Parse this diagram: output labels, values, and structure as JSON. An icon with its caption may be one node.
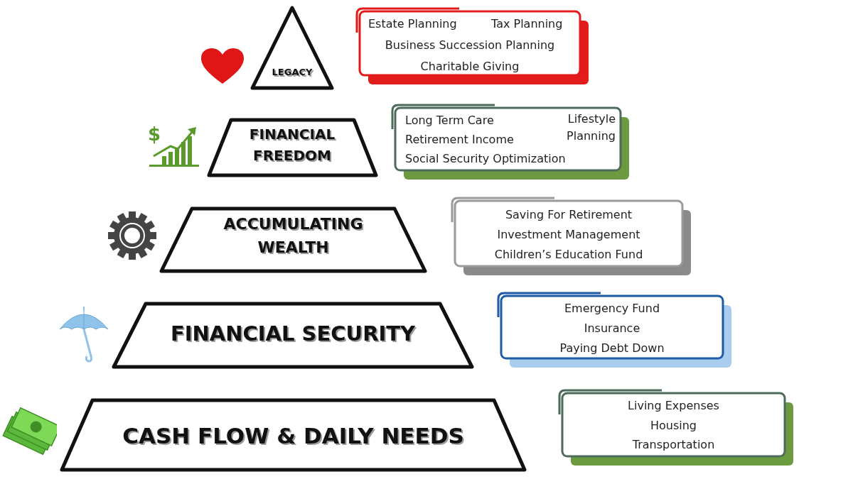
{
  "diagram": {
    "nodes": [
      {
        "text": [
          "LEGACY"
        ]
      },
      {
        "text": [
          "FINANCIAL FREEDOM"
        ]
      },
      {
        "text": [
          "ACCUMULATING WEALTH"
        ]
      },
      {
        "text": [
          "FINANCIAL SECURITY"
        ]
      },
      {
        "text": [
          "CASH FLOW & DAILY NEEDS"
        ]
      },
      {
        "text": [
          "Estate Planning",
          "Tax Planning",
          "Business Succession Planning",
          "Charitable Giving"
        ]
      },
      {
        "text": [
          "Long Term Care",
          "Retirement Income",
          "Social Security Optimization",
          "Lifestyle Planning"
        ]
      },
      {
        "text": [
          "Saving For Retirement",
          "Investment Management",
          "Children’s Education Fund"
        ]
      },
      {
        "text": [
          "Emergency Fund",
          "Insurance",
          "Paying Debt Down"
        ]
      },
      {
        "text": [
          "Living Expenses",
          "Housing",
          "Transportation"
        ]
      }
    ],
    "edges": [],
    "labels": [
      "$"
    ]
  }
}
